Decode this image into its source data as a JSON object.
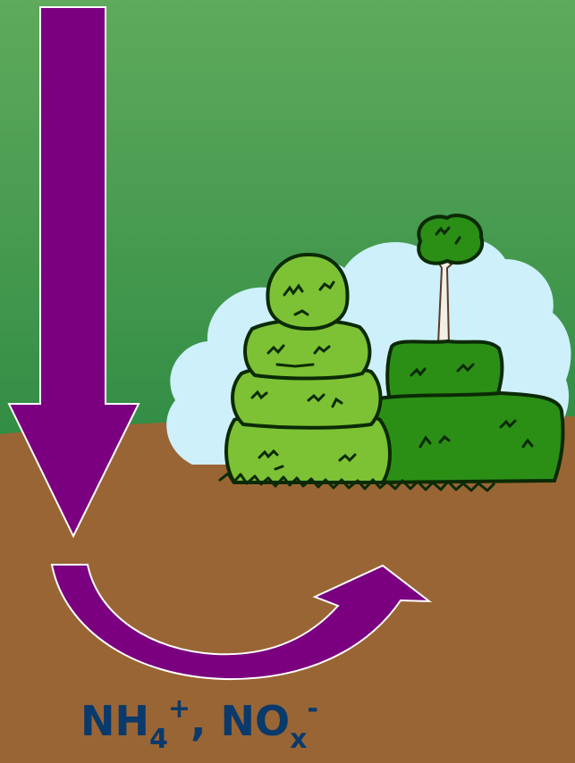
{
  "colors": {
    "sky_top": "#5faa5c",
    "sky_bottom": "#2f8b43",
    "soil": "#9a6534",
    "arrow": "#7b0080",
    "arrow_dark": "#5b0060",
    "formula_text": "#0a3a6b",
    "shrub_light": "#7cc234",
    "shrub_dark": "#2b8f16",
    "cloud": "#cdf0fb"
  },
  "icons": {
    "deposition_arrow": "down-arrow",
    "uptake_arrow": "curved-arrow-up-right",
    "vegetation": "shrubs-clipart"
  },
  "formula": {
    "nh": "NH",
    "nh_sub": "4",
    "nh_sup": "+",
    "separator": ", ",
    "no": "NO",
    "no_sub": "x",
    "no_sup": "-"
  }
}
